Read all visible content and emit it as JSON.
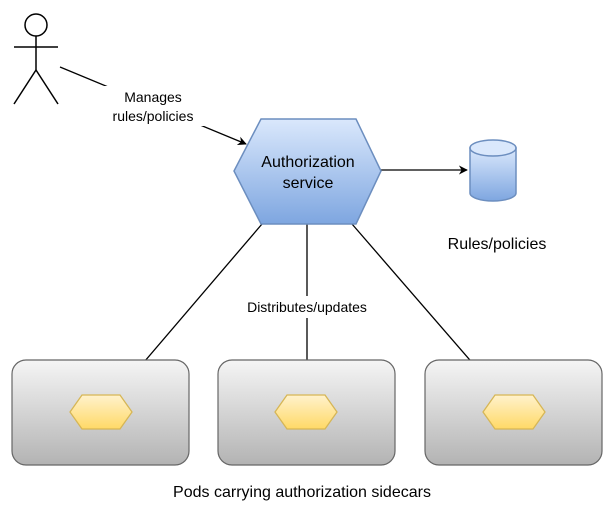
{
  "diagram": {
    "actor_edge_label_line1": "Manages",
    "actor_edge_label_line2": "rules/policies",
    "service_label_line1": "Authorization",
    "service_label_line2": "service",
    "store_label": "Rules/policies",
    "distribute_label": "Distributes/updates",
    "pods_caption": "Pods carrying authorization sidecars"
  },
  "colors": {
    "service_fill_top": "#dae8fc",
    "service_fill_bottom": "#7ea6e0",
    "service_stroke": "#6c8ebf",
    "pod_fill_top": "#f5f5f5",
    "pod_fill_bottom": "#b3b3b3",
    "pod_stroke": "#666666",
    "sidecar_fill_top": "#fff2cc",
    "sidecar_fill_bottom": "#ffd966",
    "sidecar_stroke": "#d6b656"
  }
}
